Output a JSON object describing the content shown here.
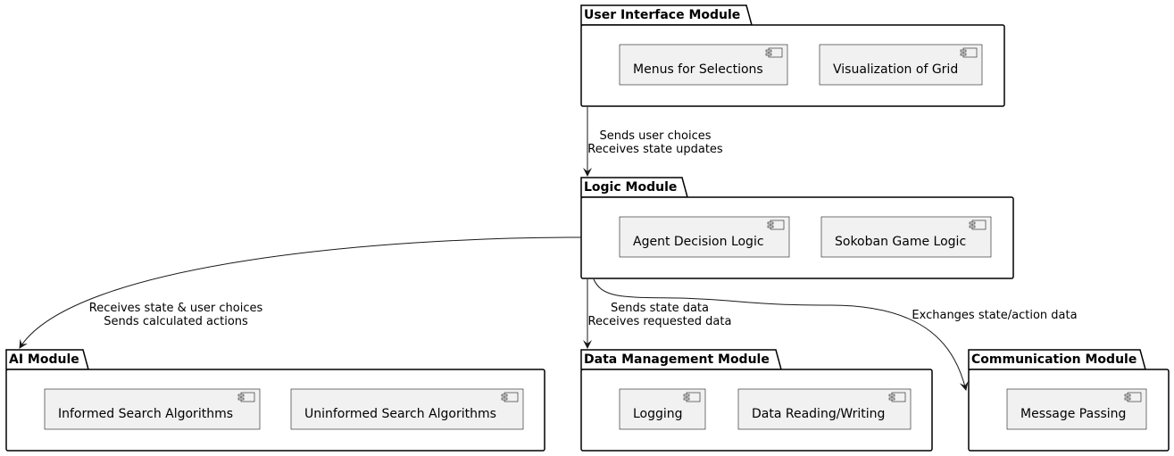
{
  "packages": [
    {
      "id": "ui",
      "title": "User Interface Module",
      "components": [
        "Menus for Selections",
        "Visualization of Grid"
      ]
    },
    {
      "id": "logic",
      "title": "Logic Module",
      "components": [
        "Agent Decision Logic",
        "Sokoban Game Logic"
      ]
    },
    {
      "id": "ai",
      "title": "AI Module",
      "components": [
        "Informed Search Algorithms",
        "Uninformed Search Algorithms"
      ]
    },
    {
      "id": "data",
      "title": "Data Management Module",
      "components": [
        "Logging",
        "Data Reading/Writing"
      ]
    },
    {
      "id": "comm",
      "title": "Communication Module",
      "components": [
        "Message Passing"
      ]
    }
  ],
  "edges": [
    {
      "from": "ui",
      "to": "logic",
      "label_lines": [
        "Sends user choices",
        "Receives state updates"
      ]
    },
    {
      "from": "logic",
      "to": "ai",
      "label_lines": [
        "Receives state & user choices",
        "Sends calculated actions"
      ]
    },
    {
      "from": "logic",
      "to": "data",
      "label_lines": [
        "Sends state data",
        "Receives requested data"
      ]
    },
    {
      "from": "logic",
      "to": "comm",
      "label_lines": [
        "Exchanges state/action data"
      ]
    }
  ]
}
